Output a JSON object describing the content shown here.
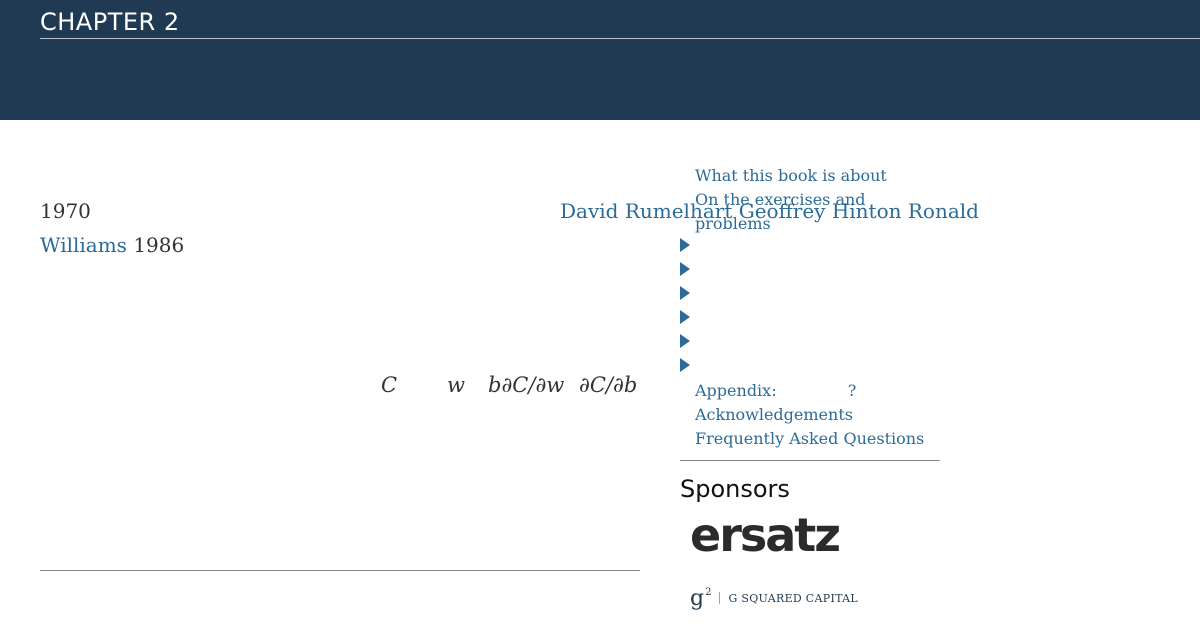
{
  "header": {
    "chapter_title": "CHAPTER 2"
  },
  "body": {
    "year_1970": "1970",
    "author_1": "David Rumelhart",
    "author_2": "Geoffrey Hinton",
    "author_3_first": "Ronald",
    "author_3_last": "Williams",
    "year_1986": "1986",
    "math": {
      "cost": "C",
      "weight": "w",
      "bias_partial": "b∂C/∂w",
      "partial_b": "∂C/∂b"
    }
  },
  "toc": {
    "top_links": [
      "What this book is about",
      "On the exercises and problems"
    ],
    "collapsed_count_label": "",
    "bottom_links": [
      "Appendix:              ?",
      "Acknowledgements",
      "Frequently Asked Questions"
    ]
  },
  "sponsors": {
    "heading": "Sponsors",
    "ersatz": "ersatz",
    "g2_mark": "g",
    "g2_sup": "2",
    "g2_name": "G SQUARED CAPITAL"
  },
  "colors": {
    "header_bg": "#1f3a52",
    "link": "#2a6b98"
  },
  "icons": {
    "toc_expand": "triangle-right-icon"
  }
}
